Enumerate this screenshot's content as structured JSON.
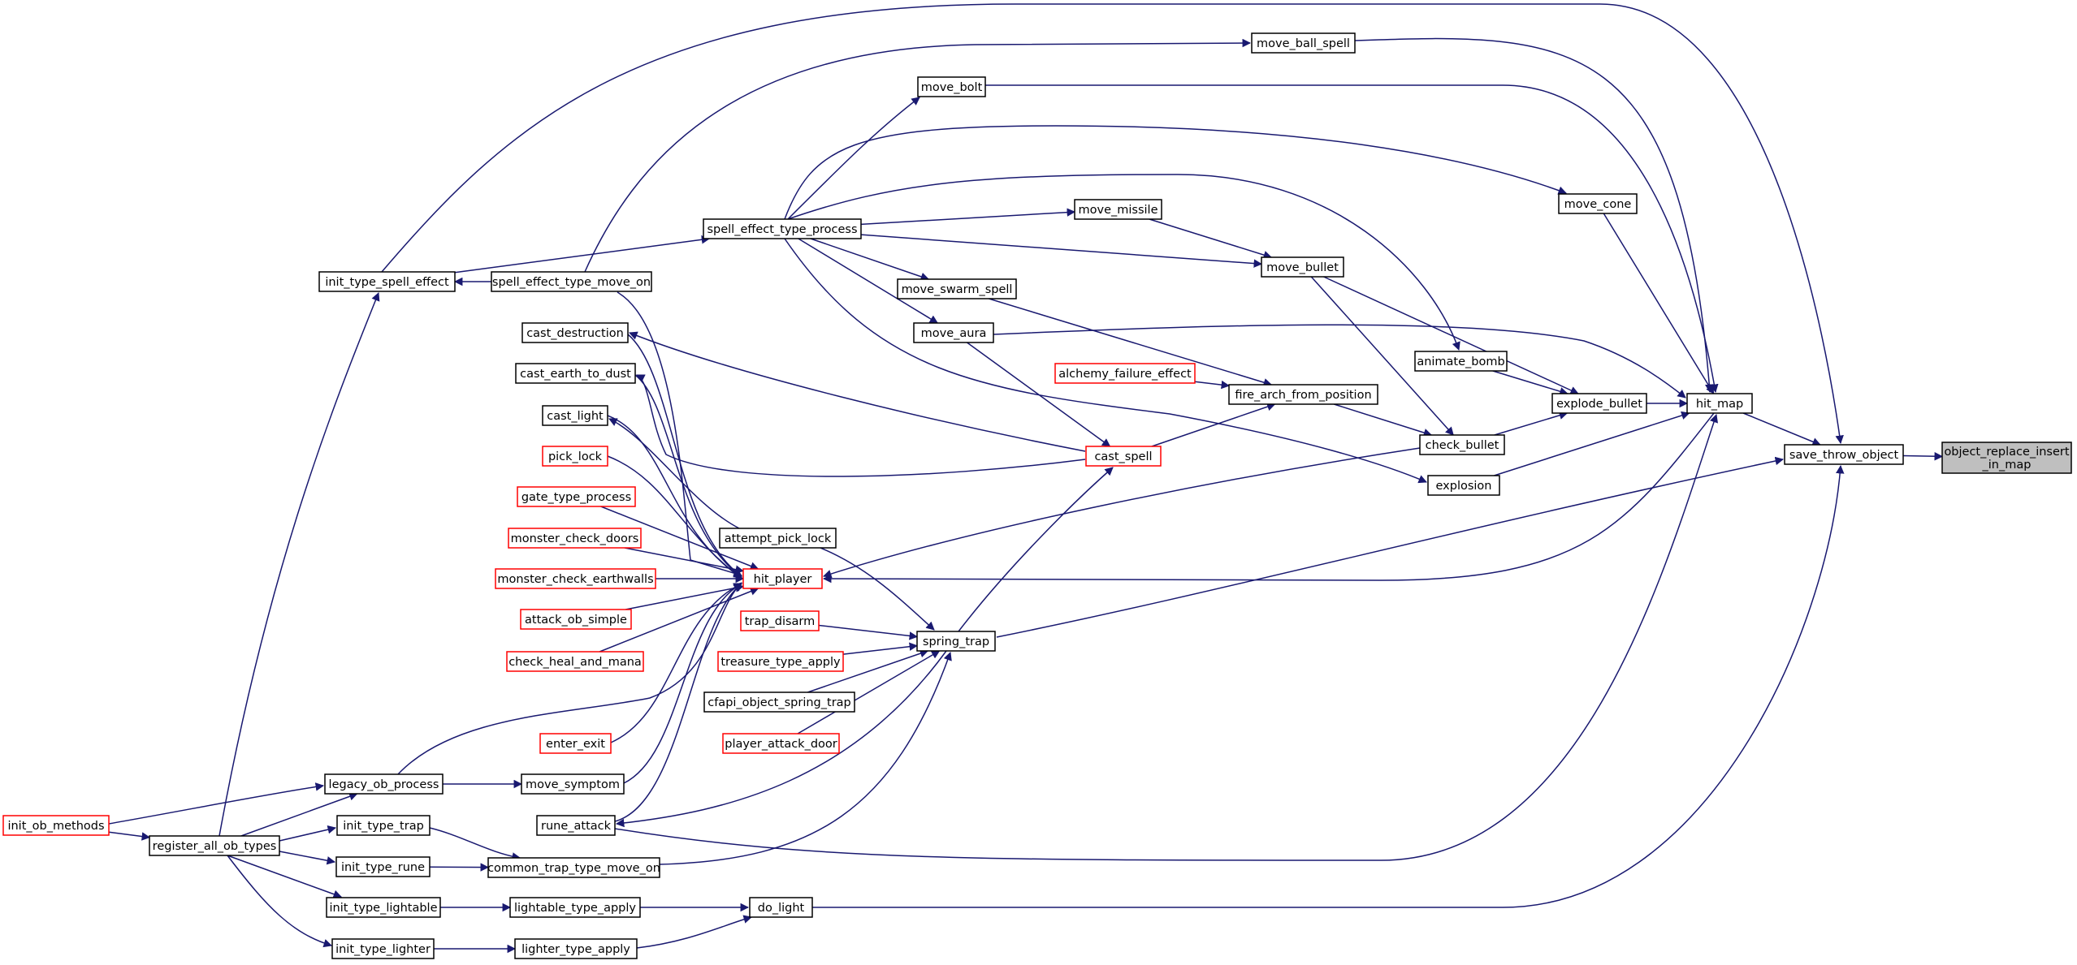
{
  "diagram": {
    "type": "caller-graph",
    "colors": {
      "edge": "#191970",
      "root_fill": "#bfbfbf",
      "red_border": "#ff0000",
      "node_border": "#000000"
    },
    "nodes": [
      {
        "id": "object_replace_insert_in_map",
        "lines": [
          "object_replace_insert",
          "_in_map"
        ],
        "root": true
      },
      {
        "id": "save_throw_object",
        "lines": [
          "save_throw_object"
        ]
      },
      {
        "id": "hit_map",
        "lines": [
          "hit_map"
        ]
      },
      {
        "id": "move_ball_spell",
        "lines": [
          "move_ball_spell"
        ]
      },
      {
        "id": "move_bolt",
        "lines": [
          "move_bolt"
        ]
      },
      {
        "id": "move_cone",
        "lines": [
          "move_cone"
        ]
      },
      {
        "id": "move_missile",
        "lines": [
          "move_missile"
        ]
      },
      {
        "id": "spell_effect_type_process",
        "lines": [
          "spell_effect_type_process"
        ]
      },
      {
        "id": "move_bullet",
        "lines": [
          "move_bullet"
        ]
      },
      {
        "id": "init_type_spell_effect",
        "lines": [
          "init_type_spell_effect"
        ]
      },
      {
        "id": "spell_effect_type_move_on",
        "lines": [
          "spell_effect_type_move_on"
        ]
      },
      {
        "id": "move_swarm_spell",
        "lines": [
          "move_swarm_spell"
        ]
      },
      {
        "id": "cast_destruction",
        "lines": [
          "cast_destruction"
        ]
      },
      {
        "id": "move_aura",
        "lines": [
          "move_aura"
        ]
      },
      {
        "id": "animate_bomb",
        "lines": [
          "animate_bomb"
        ]
      },
      {
        "id": "alchemy_failure_effect",
        "lines": [
          "alchemy_failure_effect"
        ],
        "red": true
      },
      {
        "id": "cast_earth_to_dust",
        "lines": [
          "cast_earth_to_dust"
        ]
      },
      {
        "id": "fire_arch_from_position",
        "lines": [
          "fire_arch_from_position"
        ]
      },
      {
        "id": "explode_bullet",
        "lines": [
          "explode_bullet"
        ]
      },
      {
        "id": "cast_light",
        "lines": [
          "cast_light"
        ]
      },
      {
        "id": "check_bullet",
        "lines": [
          "check_bullet"
        ]
      },
      {
        "id": "pick_lock",
        "lines": [
          "pick_lock"
        ],
        "red": true
      },
      {
        "id": "cast_spell",
        "lines": [
          "cast_spell"
        ],
        "red": true
      },
      {
        "id": "explosion",
        "lines": [
          "explosion"
        ]
      },
      {
        "id": "gate_type_process",
        "lines": [
          "gate_type_process"
        ],
        "red": true
      },
      {
        "id": "monster_check_doors",
        "lines": [
          "monster_check_doors"
        ],
        "red": true
      },
      {
        "id": "attempt_pick_lock",
        "lines": [
          "attempt_pick_lock"
        ]
      },
      {
        "id": "monster_check_earthwalls",
        "lines": [
          "monster_check_earthwalls"
        ],
        "red": true
      },
      {
        "id": "hit_player",
        "lines": [
          "hit_player"
        ],
        "red": true
      },
      {
        "id": "attack_ob_simple",
        "lines": [
          "attack_ob_simple"
        ],
        "red": true
      },
      {
        "id": "trap_disarm",
        "lines": [
          "trap_disarm"
        ],
        "red": true
      },
      {
        "id": "spring_trap",
        "lines": [
          "spring_trap"
        ]
      },
      {
        "id": "check_heal_and_mana",
        "lines": [
          "check_heal_and_mana"
        ],
        "red": true
      },
      {
        "id": "treasure_type_apply",
        "lines": [
          "treasure_type_apply"
        ],
        "red": true
      },
      {
        "id": "cfapi_object_spring_trap",
        "lines": [
          "cfapi_object_spring_trap"
        ]
      },
      {
        "id": "enter_exit",
        "lines": [
          "enter_exit"
        ],
        "red": true
      },
      {
        "id": "player_attack_door",
        "lines": [
          "player_attack_door"
        ],
        "red": true
      },
      {
        "id": "legacy_ob_process",
        "lines": [
          "legacy_ob_process"
        ]
      },
      {
        "id": "move_symptom",
        "lines": [
          "move_symptom"
        ]
      },
      {
        "id": "init_ob_methods",
        "lines": [
          "init_ob_methods"
        ],
        "red": true
      },
      {
        "id": "register_all_ob_types",
        "lines": [
          "register_all_ob_types"
        ]
      },
      {
        "id": "init_type_trap",
        "lines": [
          "init_type_trap"
        ]
      },
      {
        "id": "rune_attack",
        "lines": [
          "rune_attack"
        ]
      },
      {
        "id": "init_type_rune",
        "lines": [
          "init_type_rune"
        ]
      },
      {
        "id": "common_trap_type_move_on",
        "lines": [
          "common_trap_type_move_on"
        ]
      },
      {
        "id": "init_type_lightable",
        "lines": [
          "init_type_lightable"
        ]
      },
      {
        "id": "lightable_type_apply",
        "lines": [
          "lightable_type_apply"
        ]
      },
      {
        "id": "do_light",
        "lines": [
          "do_light"
        ]
      },
      {
        "id": "init_type_lighter",
        "lines": [
          "init_type_lighter"
        ]
      },
      {
        "id": "lighter_type_apply",
        "lines": [
          "lighter_type_apply"
        ]
      }
    ],
    "edges": [
      [
        "save_throw_object",
        "object_replace_insert_in_map"
      ],
      [
        "hit_map",
        "save_throw_object"
      ],
      [
        "init_type_spell_effect",
        "save_throw_object"
      ],
      [
        "spring_trap",
        "save_throw_object"
      ],
      [
        "do_light",
        "save_throw_object"
      ],
      [
        "move_ball_spell",
        "hit_map"
      ],
      [
        "move_bolt",
        "hit_map"
      ],
      [
        "move_cone",
        "hit_map"
      ],
      [
        "move_aura",
        "hit_map"
      ],
      [
        "explode_bullet",
        "hit_map"
      ],
      [
        "explosion",
        "hit_map"
      ],
      [
        "rune_attack",
        "hit_map"
      ],
      [
        "hit_map",
        "hit_player"
      ],
      [
        "spell_effect_type_process",
        "move_bolt"
      ],
      [
        "spell_effect_type_process",
        "move_cone"
      ],
      [
        "spell_effect_type_process",
        "move_missile"
      ],
      [
        "spell_effect_type_process",
        "move_bullet"
      ],
      [
        "spell_effect_type_process",
        "move_swarm_spell"
      ],
      [
        "spell_effect_type_process",
        "move_aura"
      ],
      [
        "spell_effect_type_process",
        "animate_bomb"
      ],
      [
        "spell_effect_type_process",
        "explosion"
      ],
      [
        "spell_effect_type_move_on",
        "move_ball_spell"
      ],
      [
        "init_type_spell_effect",
        "spell_effect_type_process"
      ],
      [
        "spell_effect_type_move_on",
        "init_type_spell_effect"
      ],
      [
        "register_all_ob_types",
        "init_type_spell_effect"
      ],
      [
        "move_missile",
        "move_bullet"
      ],
      [
        "move_bullet",
        "explode_bullet"
      ],
      [
        "move_bullet",
        "check_bullet"
      ],
      [
        "animate_bomb",
        "explode_bullet"
      ],
      [
        "check_bullet",
        "explode_bullet"
      ],
      [
        "move_swarm_spell",
        "fire_arch_from_position"
      ],
      [
        "alchemy_failure_effect",
        "fire_arch_from_position"
      ],
      [
        "cast_spell",
        "fire_arch_from_position"
      ],
      [
        "fire_arch_from_position",
        "check_bullet"
      ],
      [
        "move_aura",
        "cast_spell"
      ],
      [
        "cast_spell",
        "cast_destruction"
      ],
      [
        "cast_spell",
        "cast_earth_to_dust"
      ],
      [
        "spring_trap",
        "cast_spell"
      ],
      [
        "check_bullet",
        "hit_player"
      ],
      [
        "spell_effect_type_move_on",
        "hit_player"
      ],
      [
        "cast_destruction",
        "hit_player"
      ],
      [
        "cast_earth_to_dust",
        "hit_player"
      ],
      [
        "cast_light",
        "hit_player"
      ],
      [
        "pick_lock",
        "hit_player"
      ],
      [
        "gate_type_process",
        "hit_player"
      ],
      [
        "monster_check_doors",
        "hit_player"
      ],
      [
        "monster_check_earthwalls",
        "hit_player"
      ],
      [
        "attack_ob_simple",
        "hit_player"
      ],
      [
        "check_heal_and_mana",
        "hit_player"
      ],
      [
        "legacy_ob_process",
        "hit_player"
      ],
      [
        "enter_exit",
        "hit_player"
      ],
      [
        "move_symptom",
        "hit_player"
      ],
      [
        "rune_attack",
        "hit_player"
      ],
      [
        "attempt_pick_lock",
        "cast_light"
      ],
      [
        "attempt_pick_lock",
        "spring_trap"
      ],
      [
        "trap_disarm",
        "spring_trap"
      ],
      [
        "treasure_type_apply",
        "spring_trap"
      ],
      [
        "cfapi_object_spring_trap",
        "spring_trap"
      ],
      [
        "player_attack_door",
        "spring_trap"
      ],
      [
        "common_trap_type_move_on",
        "spring_trap"
      ],
      [
        "spring_trap",
        "rune_attack"
      ],
      [
        "legacy_ob_process",
        "move_symptom"
      ],
      [
        "init_ob_methods",
        "legacy_ob_process"
      ],
      [
        "register_all_ob_types",
        "legacy_ob_process"
      ],
      [
        "init_ob_methods",
        "register_all_ob_types"
      ],
      [
        "register_all_ob_types",
        "init_type_trap"
      ],
      [
        "register_all_ob_types",
        "init_type_rune"
      ],
      [
        "register_all_ob_types",
        "init_type_lightable"
      ],
      [
        "register_all_ob_types",
        "init_type_lighter"
      ],
      [
        "init_type_trap",
        "common_trap_type_move_on"
      ],
      [
        "init_type_rune",
        "common_trap_type_move_on"
      ],
      [
        "init_type_lightable",
        "lightable_type_apply"
      ],
      [
        "init_type_lighter",
        "lighter_type_apply"
      ],
      [
        "lightable_type_apply",
        "do_light"
      ],
      [
        "lighter_type_apply",
        "do_light"
      ]
    ]
  }
}
